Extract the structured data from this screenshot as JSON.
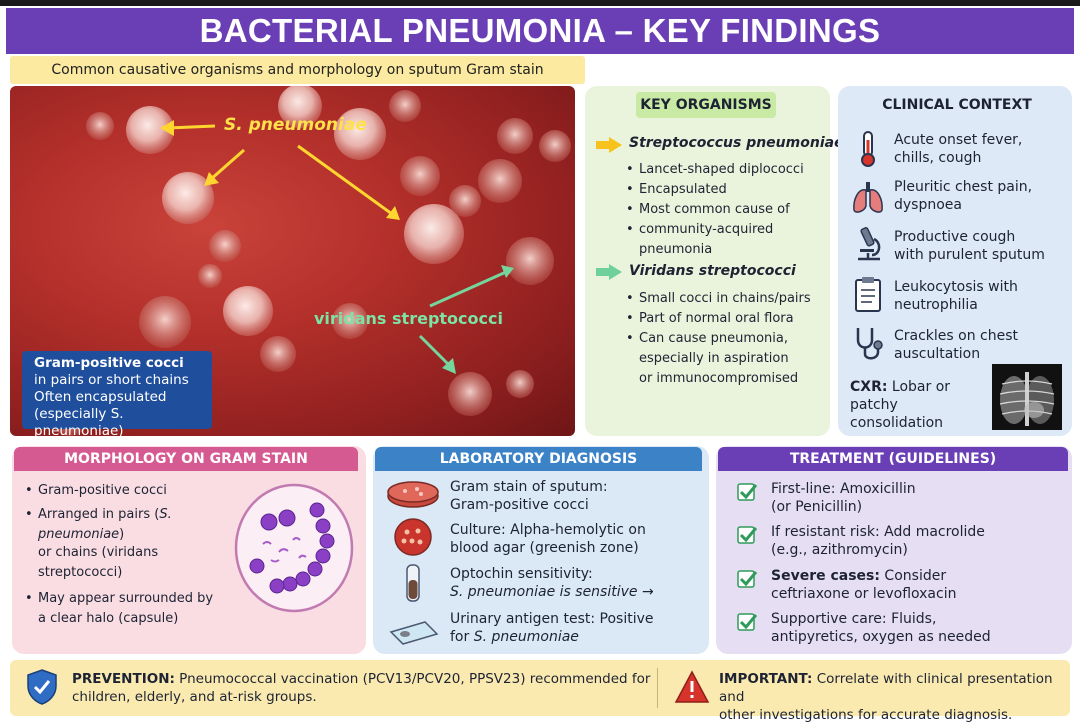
{
  "title": "BACTERIAL PNEUMONIA – KEY FINDINGS",
  "subtitle": "Common causative organisms and morphology on sputum Gram stain",
  "micrograph": {
    "label_sp": "S. pneumoniae",
    "label_vs": "viridans streptococci",
    "box_line1": "Gram-positive cocci",
    "box_line2": "in pairs or short chains",
    "box_line3": "Often encapsulated",
    "box_line4": "(especially S. pneumoniae)"
  },
  "key_organisms": {
    "header": "KEY ORGANISMS",
    "org1": {
      "name": "Streptococcus pneumoniae",
      "bullets": [
        "Lancet-shaped diplococci",
        "Encapsulated",
        "Most common cause of",
        "community-acquired pneumonia"
      ]
    },
    "org2": {
      "name": "Viridans streptococci",
      "bullets": [
        "Small cocci in chains/pairs",
        "Part of normal oral flora",
        "Can cause pneumonia,",
        "especially in aspiration",
        "or immunocompromised"
      ]
    }
  },
  "clinical": {
    "header": "CLINICAL CONTEXT",
    "items": [
      {
        "icon": "thermometer-icon",
        "l1": "Acute onset fever,",
        "l2": "chills, cough"
      },
      {
        "icon": "lungs-icon",
        "l1": "Pleuritic chest pain,",
        "l2": "dyspnoea"
      },
      {
        "icon": "microscope-icon",
        "l1": "Productive cough",
        "l2": "with purulent sputum"
      },
      {
        "icon": "clipboard-icon",
        "l1": "Leukocytosis with",
        "l2": "neutrophilia"
      },
      {
        "icon": "stethoscope-icon",
        "l1": "Crackles on chest",
        "l2": "auscultation"
      }
    ],
    "cxr_label": "CXR:",
    "cxr_text1": "Lobar or patchy",
    "cxr_text2": "consolidation"
  },
  "morphology": {
    "header": "MORPHOLOGY ON GRAM STAIN",
    "b1": "Gram-positive cocci",
    "b2a": "Arranged in pairs (",
    "b2i": "S. pneumoniae",
    "b2b": ")",
    "b2c": "or chains (viridans streptococci)",
    "b3a": "May appear surrounded by",
    "b3b": "a clear halo (capsule)"
  },
  "lab": {
    "header": "LABORATORY DIAGNOSIS",
    "i1a": "Gram stain of sputum:",
    "i1b": "Gram-positive cocci",
    "i2a": "Culture: Alpha-hemolytic on",
    "i2b": "blood agar (greenish zone)",
    "i3a": "Optochin sensitivity:",
    "i3b": "S. pneumoniae is sensitive",
    "i3arrow": "→",
    "i4a": "Urinary antigen test: Positive",
    "i4b1": "for ",
    "i4b2": "S. pneumoniae"
  },
  "treatment": {
    "header": "TREATMENT (GUIDELINES)",
    "t1a": "First-line: Amoxicillin",
    "t1b": "(or Penicillin)",
    "t2a": "If resistant risk: Add macrolide",
    "t2b": "(e.g., azithromycin)",
    "t3bold": "Severe cases:",
    "t3a": " Consider",
    "t3b": "ceftriaxone or levofloxacin",
    "t4a": "Supportive care: Fluids,",
    "t4b": "antipyretics, oxygen as needed"
  },
  "bottom": {
    "prev_bold": "PREVENTION:",
    "prev_a": " Pneumococcal vaccination (PCV13/PCV20, PPSV23) recommended for",
    "prev_b": "children, elderly, and at-risk groups.",
    "imp_bold": "IMPORTANT:",
    "imp_a": " Correlate with clinical presentation and",
    "imp_b": "other investigations for accurate diagnosis."
  },
  "colors": {
    "title_bg": "#6a3fb5",
    "morph": "#d65a92",
    "lab": "#3b82c7",
    "treat": "#6a3fb5",
    "check": "#2e9b5b"
  }
}
